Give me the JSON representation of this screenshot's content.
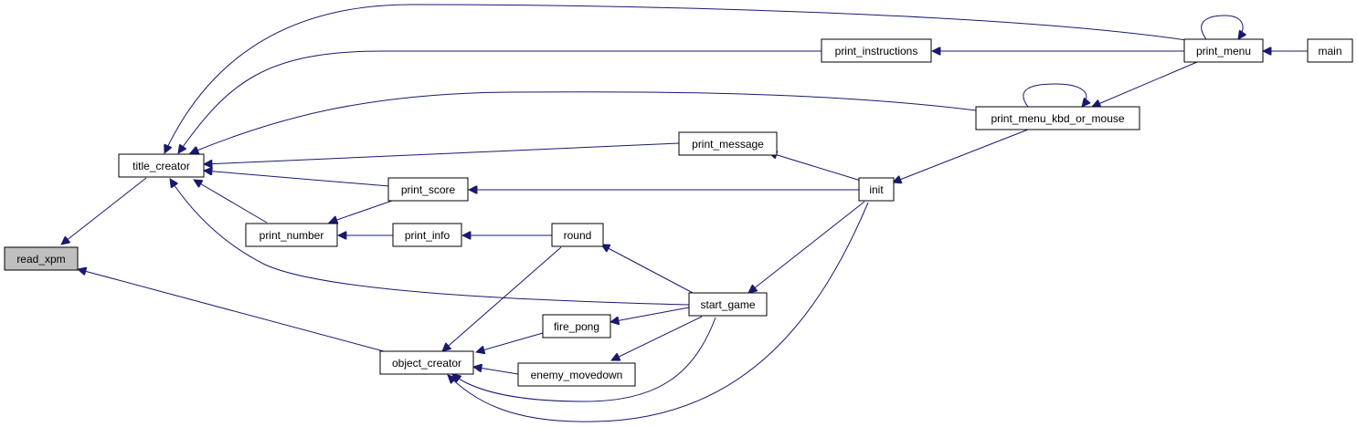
{
  "nodes": {
    "read_xpm": {
      "label": "read_xpm",
      "highlight": true
    },
    "title_creator": {
      "label": "title_creator"
    },
    "print_number": {
      "label": "print_number"
    },
    "object_creator": {
      "label": "object_creator"
    },
    "print_score": {
      "label": "print_score"
    },
    "print_info": {
      "label": "print_info"
    },
    "fire_pong": {
      "label": "fire_pong"
    },
    "enemy_movedown": {
      "label": "enemy_movedown"
    },
    "round": {
      "label": "round"
    },
    "print_message": {
      "label": "print_message"
    },
    "start_game": {
      "label": "start_game"
    },
    "print_instructions": {
      "label": "print_instructions"
    },
    "init": {
      "label": "init"
    },
    "print_menu_kbd_or_mouse": {
      "label": "print_menu_kbd_or_mouse"
    },
    "print_menu": {
      "label": "print_menu"
    },
    "main": {
      "label": "main"
    }
  },
  "edges": [
    {
      "from": "title_creator",
      "to": "read_xpm"
    },
    {
      "from": "object_creator",
      "to": "read_xpm"
    },
    {
      "from": "print_number",
      "to": "title_creator"
    },
    {
      "from": "print_score",
      "to": "title_creator"
    },
    {
      "from": "print_message",
      "to": "title_creator"
    },
    {
      "from": "start_game",
      "to": "title_creator"
    },
    {
      "from": "print_instructions",
      "to": "title_creator"
    },
    {
      "from": "print_menu_kbd_or_mouse",
      "to": "title_creator"
    },
    {
      "from": "print_menu",
      "to": "title_creator"
    },
    {
      "from": "print_score",
      "to": "print_number"
    },
    {
      "from": "print_info",
      "to": "print_number"
    },
    {
      "from": "init",
      "to": "print_score"
    },
    {
      "from": "round",
      "to": "print_info"
    },
    {
      "from": "start_game",
      "to": "round"
    },
    {
      "from": "round",
      "to": "object_creator"
    },
    {
      "from": "fire_pong",
      "to": "object_creator"
    },
    {
      "from": "enemy_movedown",
      "to": "object_creator"
    },
    {
      "from": "start_game",
      "to": "object_creator"
    },
    {
      "from": "init",
      "to": "object_creator"
    },
    {
      "from": "start_game",
      "to": "fire_pong"
    },
    {
      "from": "start_game",
      "to": "enemy_movedown"
    },
    {
      "from": "init",
      "to": "start_game"
    },
    {
      "from": "init",
      "to": "print_message"
    },
    {
      "from": "print_menu_kbd_or_mouse",
      "to": "init"
    },
    {
      "from": "print_menu_kbd_or_mouse",
      "to": "print_menu_kbd_or_mouse"
    },
    {
      "from": "print_menu",
      "to": "print_menu_kbd_or_mouse"
    },
    {
      "from": "print_menu",
      "to": "print_instructions"
    },
    {
      "from": "print_menu",
      "to": "print_menu"
    },
    {
      "from": "main",
      "to": "print_menu"
    }
  ],
  "colors": {
    "edge": "#191970",
    "highlight_fill": "#bfbfbf",
    "node_border": "#000000"
  }
}
